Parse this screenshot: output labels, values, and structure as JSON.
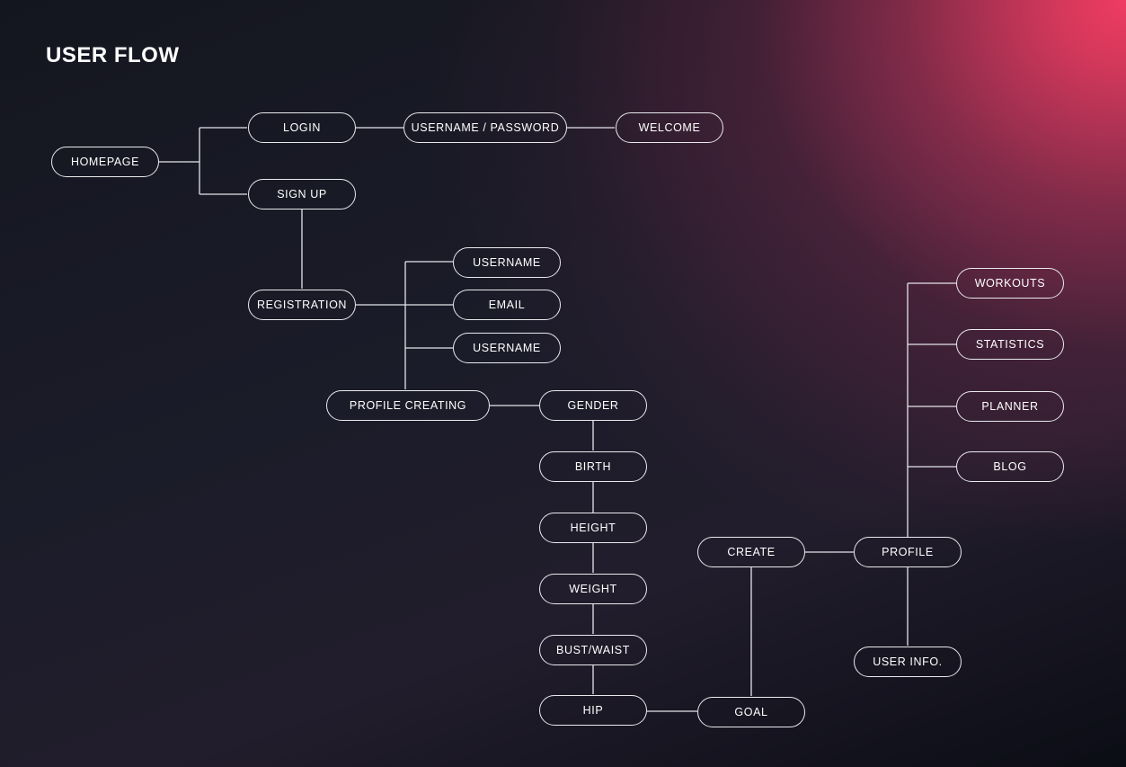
{
  "title": "USER FLOW",
  "nodes": {
    "homepage": "HOMEPAGE",
    "login": "LOGIN",
    "username_password": "USERNAME / PASSWORD",
    "welcome": "WELCOME",
    "sign_up": "SIGN UP",
    "registration": "REGISTRATION",
    "username_1": "USERNAME",
    "email": "EMAIL",
    "username_2": "USERNAME",
    "profile_creating": "PROFILE CREATING",
    "gender": "GENDER",
    "birth": "BIRTH",
    "height": "HEIGHT",
    "weight": "WEIGHT",
    "bust_waist": "BUST/WAIST",
    "hip": "HIP",
    "goal": "GOAL",
    "create": "CREATE",
    "profile": "PROFILE",
    "user_info": "USER INFO.",
    "workouts": "WORKOUTS",
    "statistics": "STATISTICS",
    "planner": "PLANNER",
    "blog": "BLOG"
  },
  "colors": {
    "accent": "#ef3c62",
    "background": "#151722",
    "line": "#e9e9ee"
  }
}
